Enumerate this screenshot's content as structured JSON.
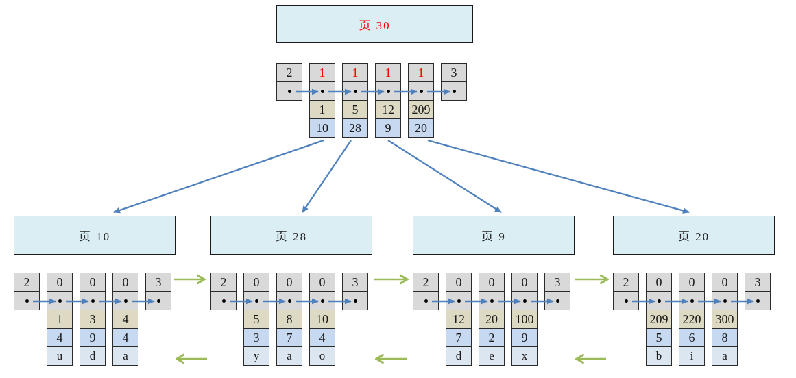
{
  "colors": {
    "cell_gray": "#d9d9d9",
    "cell_tan": "#ddd9c3",
    "cell_blue": "#c6d9f1",
    "cell_lightblue": "#dce6f1",
    "page_header_fill": "#daeef3",
    "arrow_blue": "#4f81bd",
    "arrow_green": "#9bbb59",
    "flag_red": "#ff0000",
    "text_dark": "#1a1a1a"
  },
  "root_page": {
    "title": "页 30",
    "node": {
      "infimum_type": "2",
      "supremum_type": "3",
      "entries": [
        {
          "type": "1",
          "key": "1",
          "page_no": "10"
        },
        {
          "type": "1",
          "key": "5",
          "page_no": "28"
        },
        {
          "type": "1",
          "key": "12",
          "page_no": "9"
        },
        {
          "type": "1",
          "key": "209",
          "page_no": "20"
        }
      ]
    }
  },
  "leaf_pages": [
    {
      "title": "页 10",
      "node": {
        "infimum_type": "2",
        "supremum_type": "3",
        "entries": [
          {
            "type": "0",
            "key": "1",
            "value": "4",
            "ch": "u"
          },
          {
            "type": "0",
            "key": "3",
            "value": "9",
            "ch": "d"
          },
          {
            "type": "0",
            "key": "4",
            "value": "4",
            "ch": "a"
          }
        ]
      }
    },
    {
      "title": "页 28",
      "node": {
        "infimum_type": "2",
        "supremum_type": "3",
        "entries": [
          {
            "type": "0",
            "key": "5",
            "value": "3",
            "ch": "y"
          },
          {
            "type": "0",
            "key": "8",
            "value": "7",
            "ch": "a"
          },
          {
            "type": "0",
            "key": "10",
            "value": "4",
            "ch": "o"
          }
        ]
      }
    },
    {
      "title": "页 9",
      "node": {
        "infimum_type": "2",
        "supremum_type": "3",
        "entries": [
          {
            "type": "0",
            "key": "12",
            "value": "7",
            "ch": "d"
          },
          {
            "type": "0",
            "key": "20",
            "value": "2",
            "ch": "e"
          },
          {
            "type": "0",
            "key": "100",
            "value": "9",
            "ch": "x"
          }
        ]
      }
    },
    {
      "title": "页 20",
      "node": {
        "infimum_type": "2",
        "supremum_type": "3",
        "entries": [
          {
            "type": "0",
            "key": "209",
            "value": "5",
            "ch": "b"
          },
          {
            "type": "0",
            "key": "220",
            "value": "6",
            "ch": "i"
          },
          {
            "type": "0",
            "key": "300",
            "value": "8",
            "ch": "a"
          }
        ]
      }
    }
  ]
}
